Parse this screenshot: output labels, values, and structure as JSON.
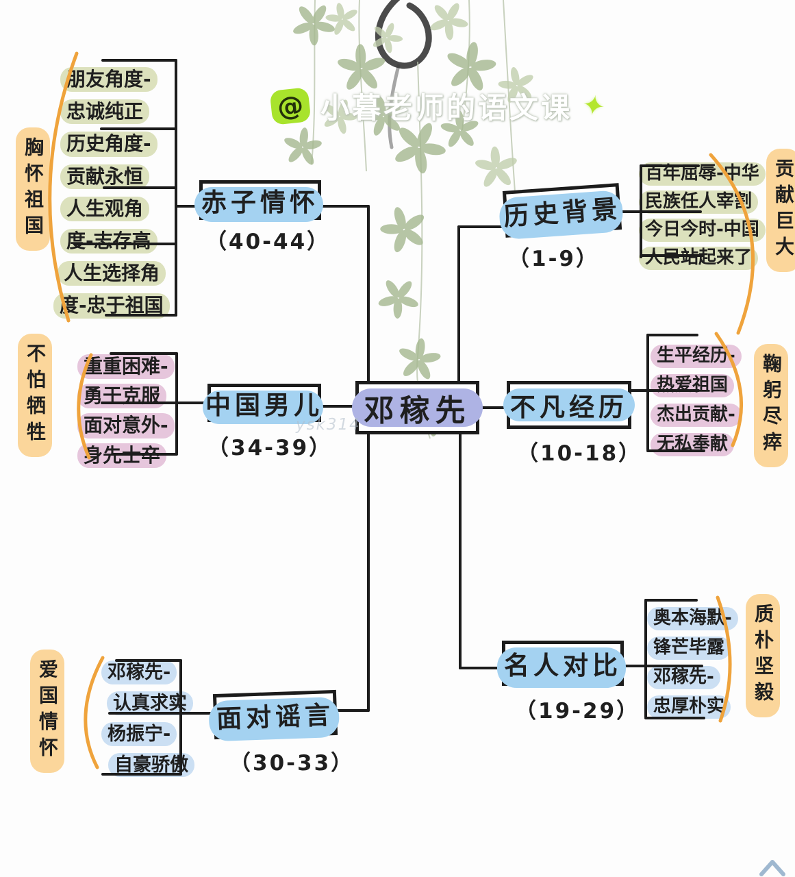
{
  "title": "邓稼先 课文思维导图",
  "watermark": {
    "at_symbol": "@",
    "author": "小暮老师的语文课",
    "sparkle_icon": "✦",
    "faint_id": "ysk314"
  },
  "center_node": {
    "title": "邓稼先"
  },
  "branches": [
    {
      "position": "top-left",
      "title": "赤子情怀",
      "range": "（40-44）",
      "side_label": "胸怀祖国",
      "item_color": "green",
      "items": [
        "朋友角度-",
        "忠诚纯正",
        "历史角度-",
        "贡献永恒",
        "人生观角",
        "度-志存高",
        "人生选择角",
        "度-忠于祖国"
      ]
    },
    {
      "position": "top-right",
      "title": "历史背景",
      "range": "（1-9）",
      "side_label": "贡献巨大",
      "item_color": "green",
      "items": [
        "百年屈辱-中华",
        "民族任人宰割",
        "今日今时-中国",
        "人民站起来了"
      ]
    },
    {
      "position": "middle-left",
      "title": "中国男儿",
      "range": "（34-39）",
      "side_label": "不怕牺牲",
      "item_color": "pink",
      "items": [
        "重重困难-",
        "勇于克服",
        "面对意外-",
        "身先士卒"
      ]
    },
    {
      "position": "middle-right",
      "title": "不凡经历",
      "range": "（10-18）",
      "side_label": "鞠躬尽瘁",
      "item_color": "pink",
      "items": [
        "生平经历-",
        "热爱祖国",
        "杰出贡献-",
        "无私奉献"
      ]
    },
    {
      "position": "bottom-left",
      "title": "面对谣言",
      "range": "（30-33）",
      "side_label": "爱国情怀",
      "item_color": "light-blue",
      "items": [
        "邓稼先-",
        "认真求实",
        "杨振宁-",
        "自豪骄傲"
      ]
    },
    {
      "position": "bottom-right",
      "title": "名人对比",
      "range": "（19-29）",
      "side_label": "质朴坚毅",
      "item_color": "light-blue",
      "items": [
        "奥本海默-",
        "锋芒毕露",
        "邓稼先-",
        "忠厚朴实"
      ]
    }
  ],
  "colors": {
    "header_highlight": "#a4d2f1",
    "center_highlight": "#aeb3e4",
    "item_green": "#dce1bd",
    "item_pink": "#e6c6dc",
    "item_blue": "#cbdff3",
    "side_label_orange": "#fbd69b",
    "arc_orange": "#efa33c",
    "ink": "#1c1c1c",
    "watermark_green": "#a8e32c"
  },
  "footer": {
    "chevron_icon": "chevron-up"
  }
}
